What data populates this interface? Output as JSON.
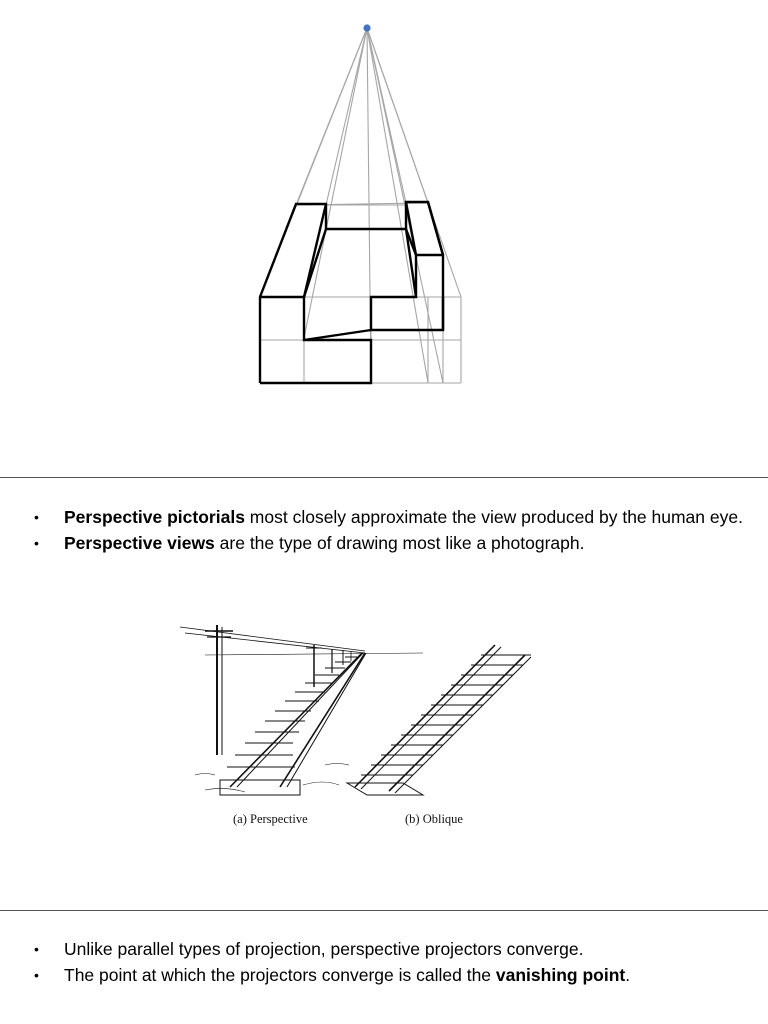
{
  "slide1": {
    "figure": "perspective-block-diagram"
  },
  "slide2": {
    "bullets": [
      {
        "bold": "Perspective pictorials",
        "text": " most closely approximate the view produced by the human eye."
      },
      {
        "bold": "Perspective views",
        "text": " are the type of drawing most like a photograph."
      }
    ],
    "captions": {
      "perspective": "(a) Perspective",
      "oblique": "(b) Oblique"
    }
  },
  "slide3": {
    "bullets": [
      {
        "pre": "Unlike parallel types of projection, perspective projectors converge.",
        "bold": "",
        "post": ""
      },
      {
        "pre": "The point at which the projectors converge is called the ",
        "bold": "vanishing point",
        "post": "."
      }
    ]
  },
  "colors": {
    "vanishing_point": "#4472c4",
    "projector_line": "#a6a6a6",
    "divider": "#555555"
  }
}
